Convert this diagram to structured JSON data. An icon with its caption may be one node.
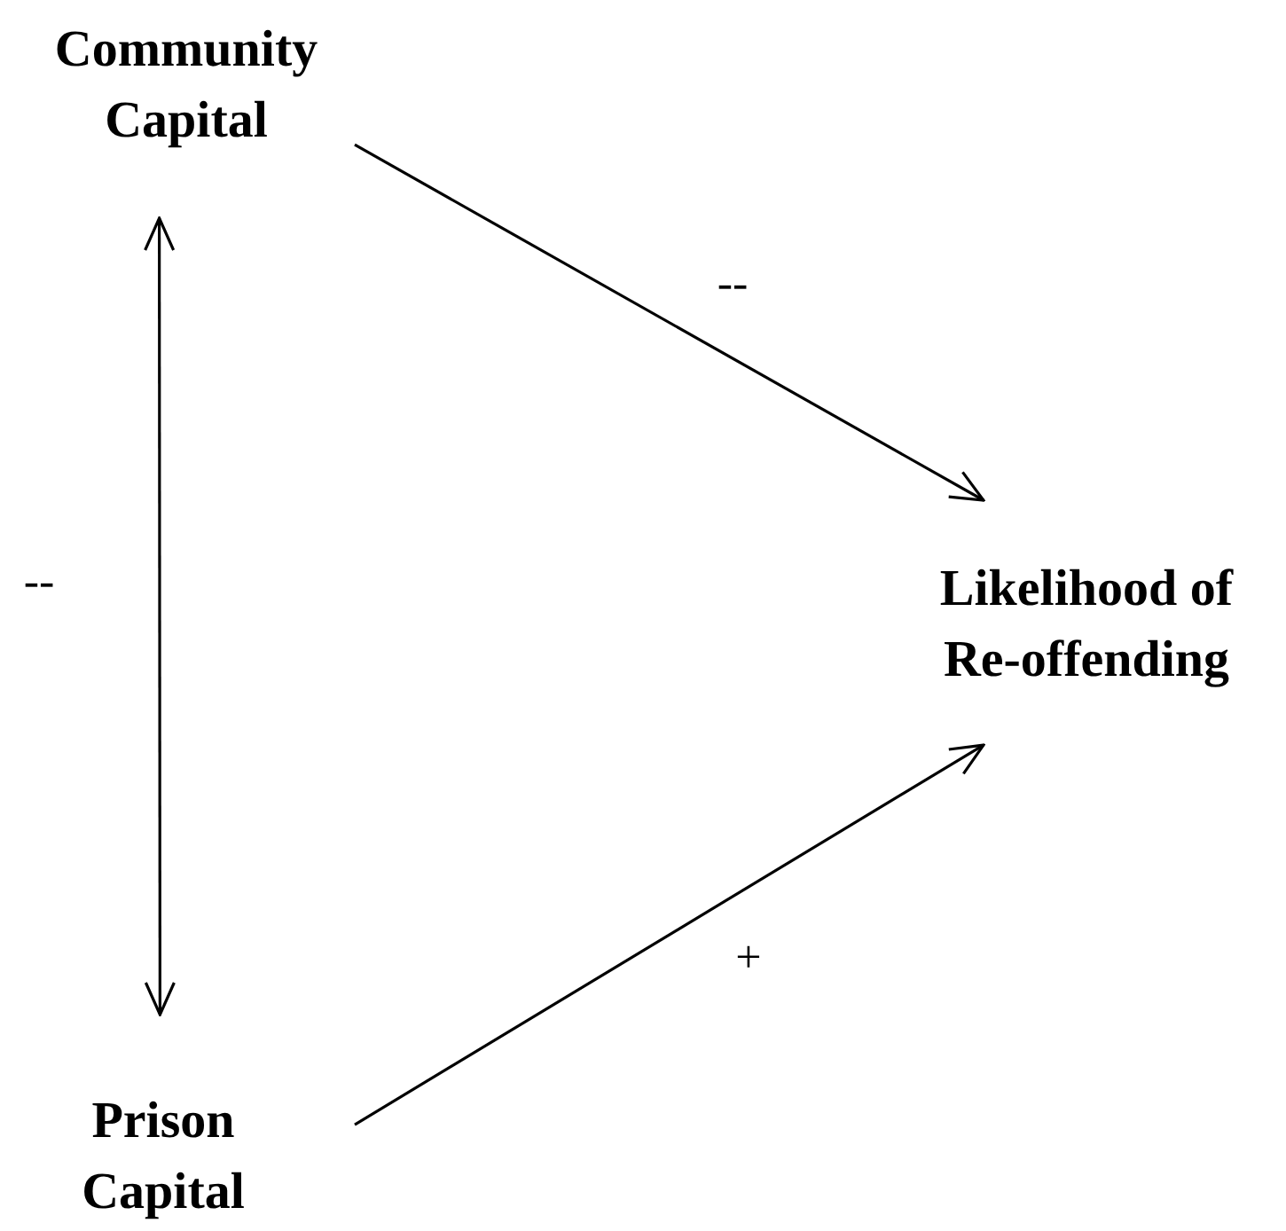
{
  "diagram": {
    "nodes": [
      {
        "text": [
          "Community Capital"
        ]
      },
      {
        "text": [
          "Prison Capital"
        ]
      },
      {
        "text": [
          "Likelihood of Re-offending"
        ]
      }
    ],
    "edges": [
      {
        "from": 0,
        "to": 2,
        "arrow": "to",
        "label": "--"
      },
      {
        "from": 1,
        "to": 2,
        "arrow": "to",
        "label": "+"
      },
      {
        "from": 0,
        "to": 1,
        "arrow": "both",
        "label": "--"
      }
    ]
  }
}
